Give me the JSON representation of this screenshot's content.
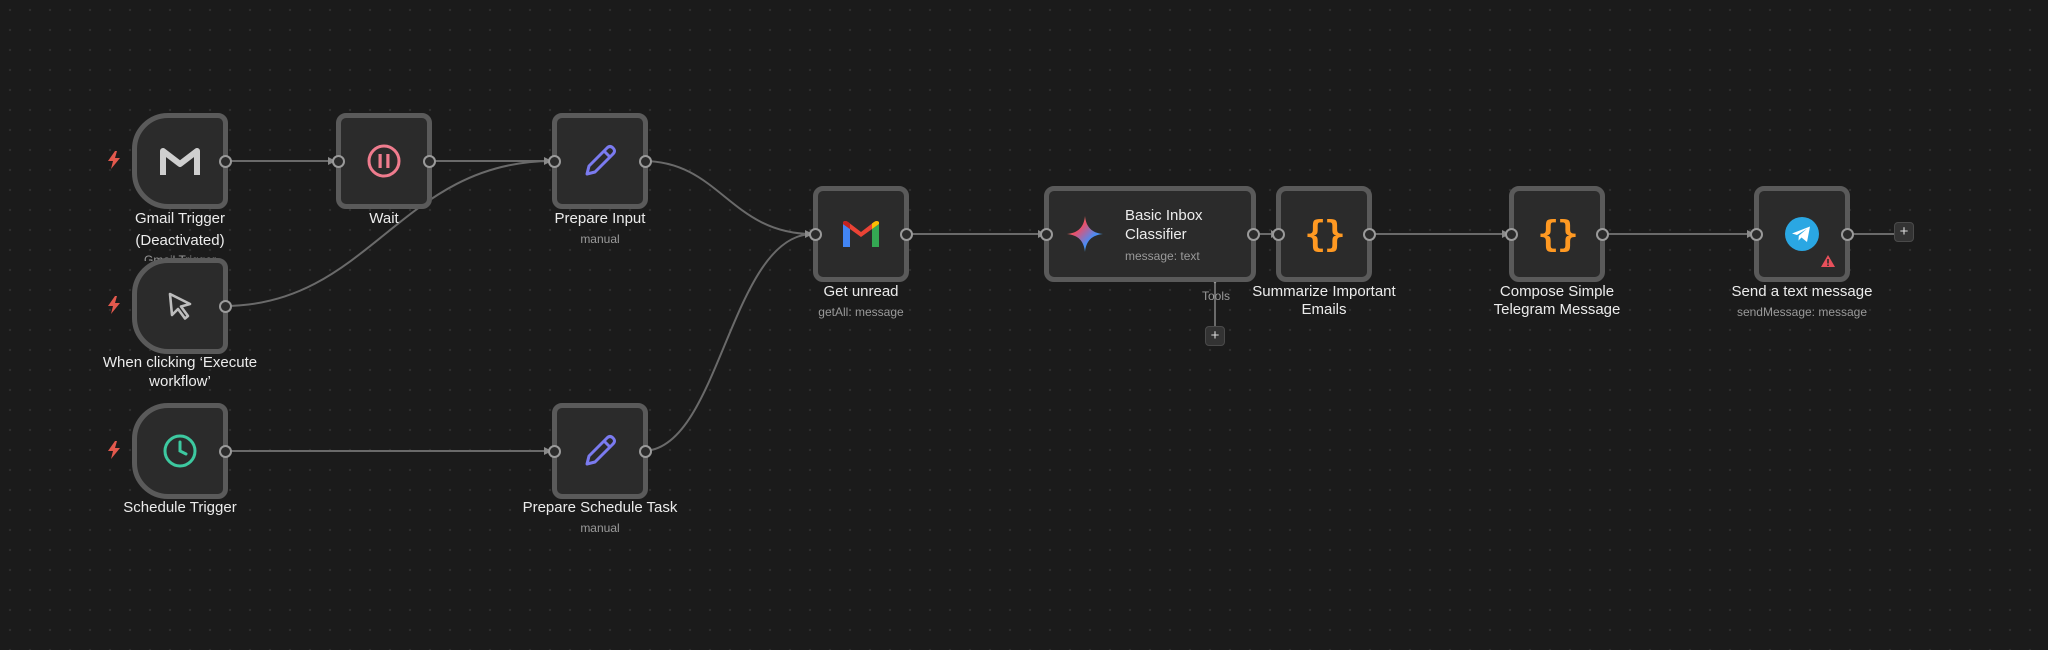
{
  "workflow": {
    "nodes": {
      "gmail_trigger": {
        "label_line1": "Gmail Trigger",
        "label_line2": "(Deactivated)",
        "subtitle": "Gmail Trigger",
        "icon": "gmail-m-gray-icon"
      },
      "wait": {
        "label": "Wait",
        "icon": "pause-icon"
      },
      "prepare_input": {
        "label": "Prepare Input",
        "subtitle": "manual",
        "icon": "pencil-icon"
      },
      "manual_trigger": {
        "label_line1": "When clicking ‘Execute",
        "label_line2": "workflow’",
        "icon": "cursor-icon"
      },
      "schedule_trigger": {
        "label": "Schedule Trigger",
        "icon": "clock-icon"
      },
      "prepare_schedule": {
        "label": "Prepare Schedule Task",
        "subtitle": "manual",
        "icon": "pencil-icon"
      },
      "get_unread": {
        "label": "Get unread",
        "subtitle": "getAll: message",
        "icon": "gmail-icon"
      },
      "classifier": {
        "title_line1": "Basic Inbox",
        "title_line2": "Classifier",
        "subtitle": "message: text",
        "icon": "gemini-sparkle-icon",
        "tools_label": "Tools",
        "add_tool": "+"
      },
      "summarize": {
        "label_line1": "Summarize Important",
        "label_line2": "Emails",
        "icon": "code-braces-icon"
      },
      "compose": {
        "label_line1": "Compose Simple",
        "label_line2": "Telegram Message",
        "icon": "code-braces-icon"
      },
      "send": {
        "label": "Send a text message",
        "subtitle": "sendMessage: message",
        "icon": "telegram-icon",
        "warning": "warning-icon",
        "add_next": "+"
      }
    },
    "colors": {
      "canvas": "#1b1b1b",
      "node_fill": "#2b2b2b",
      "node_border": "#5a5a5a",
      "edge": "#6a6a6a",
      "trigger_bolt": "#e3594d",
      "pause": "#ef7c8e",
      "pencil": "#7b7bf0",
      "clock": "#3dc9a0",
      "braces": "#ff9922",
      "telegram": "#2aa7e3",
      "warning": "#e8505b"
    }
  }
}
